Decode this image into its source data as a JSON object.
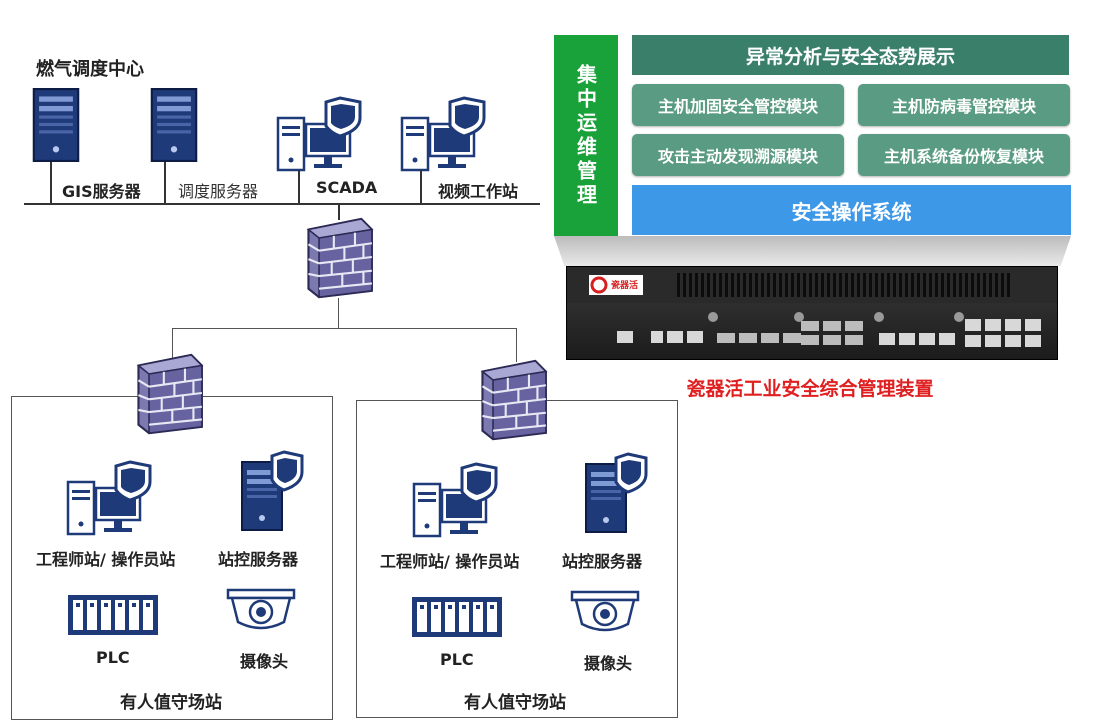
{
  "control_center": {
    "title": "燃气调度中心",
    "nodes": [
      {
        "label": "GIS服务器"
      },
      {
        "label": "调度服务器"
      },
      {
        "label": "SCADA"
      },
      {
        "label": "视频工作站"
      }
    ]
  },
  "sites": [
    {
      "title": "有人值守场站",
      "workstation": "工程师站/ 操作员站",
      "server": "站控服务器",
      "plc": "PLC",
      "camera": "摄像头"
    },
    {
      "title": "有人值守场站",
      "workstation": "工程师站/ 操作员站",
      "server": "站控服务器",
      "plc": "PLC",
      "camera": "摄像头"
    }
  ],
  "platform": {
    "side_label": "集中运维管理",
    "top_band": "异常分析与安全态势展示",
    "modules": [
      "主机加固安全管控模块",
      "主机防病毒管控模块",
      "攻击主动发现溯源模块",
      "主机系统备份恢复模块"
    ],
    "os_bar": "安全操作系统"
  },
  "device": {
    "brand": "瓷器活",
    "caption": "瓷器活工业安全综合管理装置"
  },
  "colors": {
    "green_bar": "#1aa23a",
    "band_dark": "#3a7f6a",
    "module": "#5a9b83",
    "os_blue": "#3e98e8",
    "caption_red": "#e02020",
    "icon_navy": "#1f3a78"
  }
}
